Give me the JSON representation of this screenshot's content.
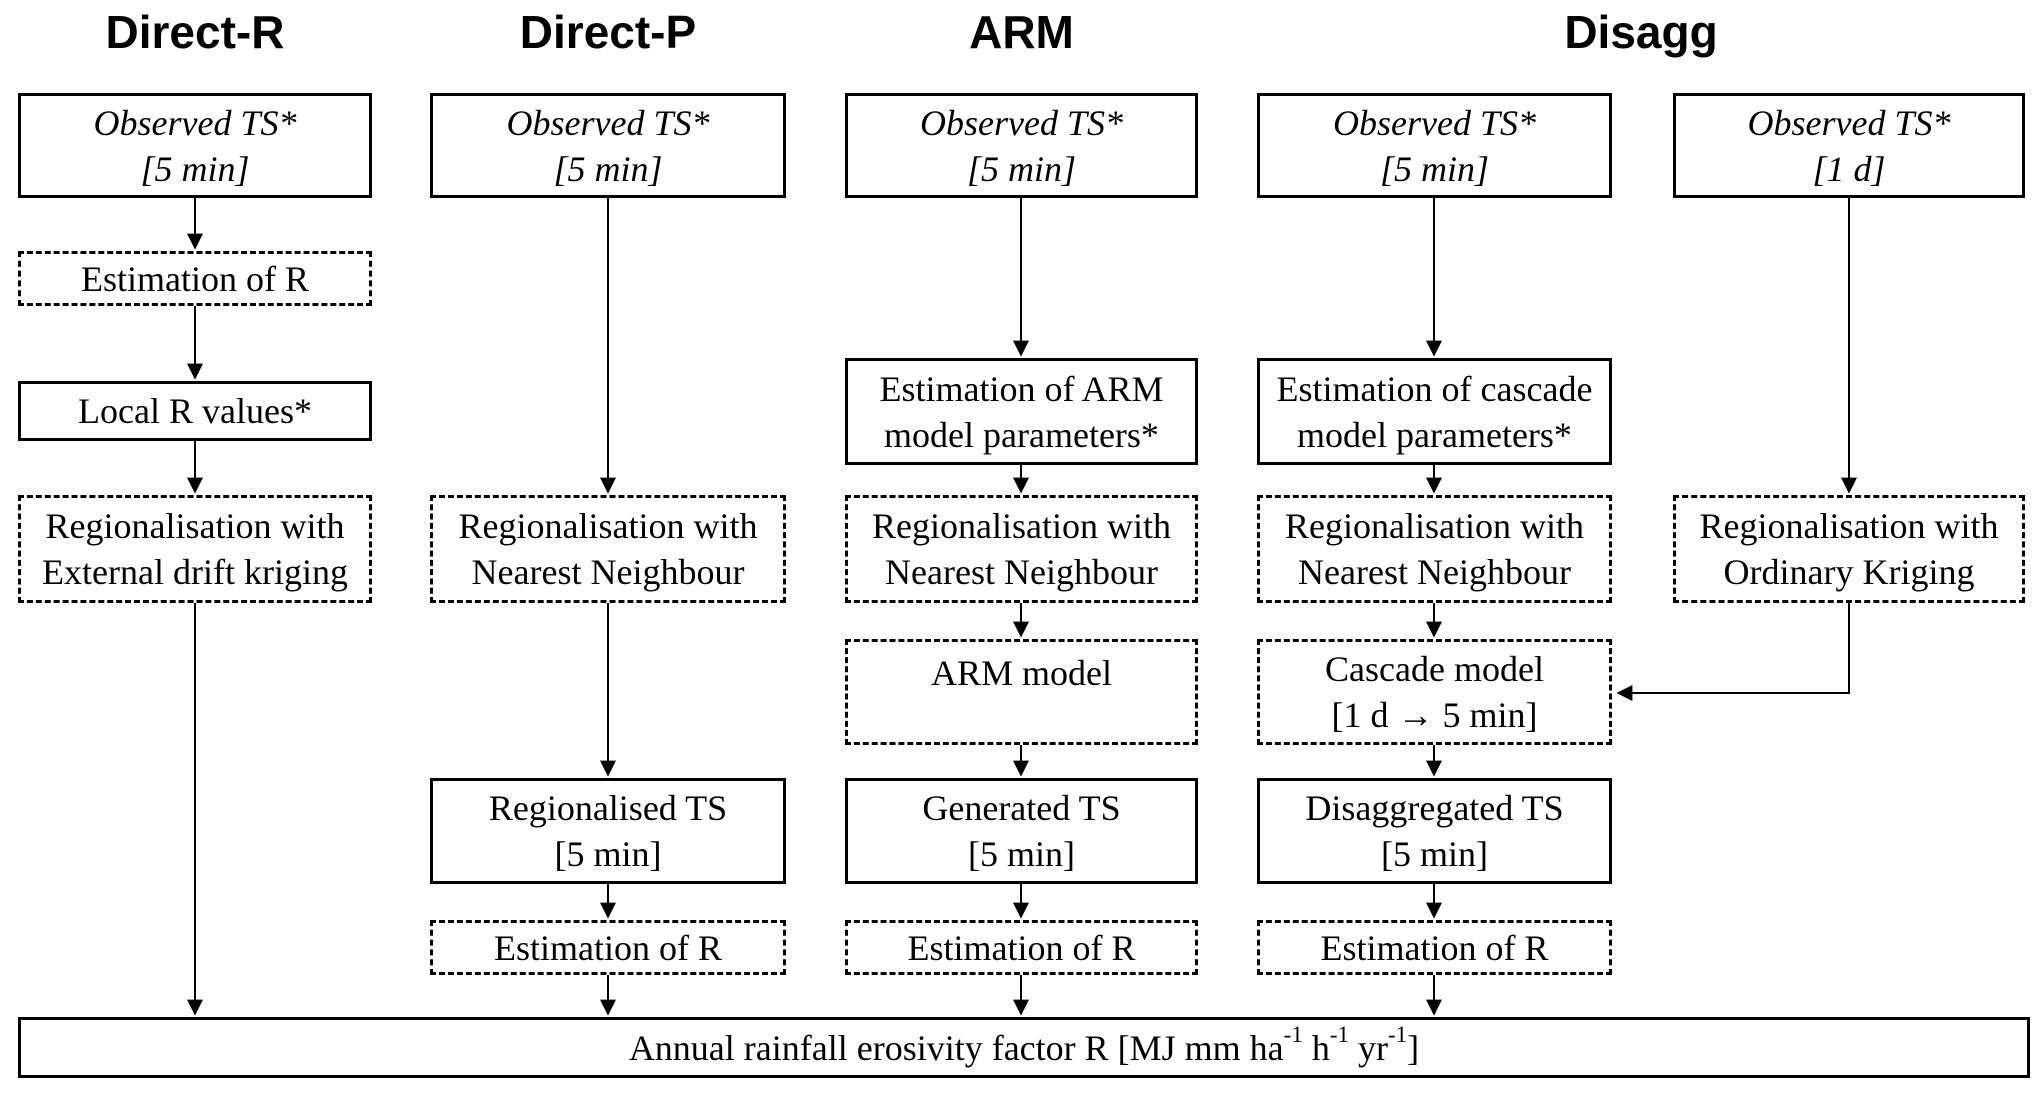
{
  "headers": {
    "direct_r": "Direct-R",
    "direct_p": "Direct-P",
    "arm": "ARM",
    "disagg": "Disagg"
  },
  "columns": {
    "direct_r": {
      "observed_ts": {
        "line1": "Observed TS*",
        "line2": "[5 min]"
      },
      "estimation_of_r": "Estimation of R",
      "local_r_values": "Local R values*",
      "regionalisation": {
        "line1": "Regionalisation with",
        "line2": "External drift kriging"
      }
    },
    "direct_p": {
      "observed_ts": {
        "line1": "Observed TS*",
        "line2": "[5 min]"
      },
      "regionalisation": {
        "line1": "Regionalisation with",
        "line2": "Nearest Neighbour"
      },
      "regionalised_ts": {
        "line1": "Regionalised TS",
        "line2": "[5 min]"
      },
      "estimation_of_r": "Estimation of R"
    },
    "arm": {
      "observed_ts": {
        "line1": "Observed TS*",
        "line2": "[5 min]"
      },
      "estimation_params": {
        "line1": "Estimation of ARM",
        "line2": "model parameters*"
      },
      "regionalisation": {
        "line1": "Regionalisation with",
        "line2": "Nearest Neighbour"
      },
      "arm_model": "ARM model",
      "generated_ts": {
        "line1": "Generated TS",
        "line2": "[5 min]"
      },
      "estimation_of_r": "Estimation of R"
    },
    "disagg_5min": {
      "observed_ts": {
        "line1": "Observed TS*",
        "line2": "[5 min]"
      },
      "estimation_params": {
        "line1": "Estimation of cascade",
        "line2": "model parameters*"
      },
      "regionalisation": {
        "line1": "Regionalisation with",
        "line2": "Nearest Neighbour"
      },
      "cascade_model": {
        "line1": "Cascade model",
        "line2": "[1 d → 5 min]"
      },
      "disaggregated_ts": {
        "line1": "Disaggregated TS",
        "line2": "[5 min]"
      },
      "estimation_of_r": "Estimation of R"
    },
    "disagg_1d": {
      "observed_ts": {
        "line1": "Observed TS*",
        "line2": "[1 d]"
      },
      "regionalisation": {
        "line1": "Regionalisation with",
        "line2": "Ordinary Kriging"
      }
    }
  },
  "bottom_box": {
    "segments": [
      {
        "text": "Annual rainfall erosivity factor R [MJ mm ha"
      },
      {
        "text": "-1",
        "sup": true
      },
      {
        "text": " h"
      },
      {
        "text": "-1",
        "sup": true
      },
      {
        "text": " yr"
      },
      {
        "text": "-1",
        "sup": true
      },
      {
        "text": "]"
      }
    ]
  },
  "colors": {
    "ink": "#000000",
    "background": "#ffffff"
  }
}
